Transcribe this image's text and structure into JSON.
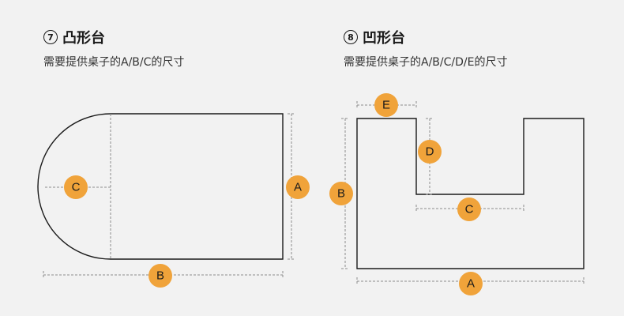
{
  "left": {
    "number": "7",
    "title": "凸形台",
    "subtitle": "需要提供桌子的A/B/C的尺寸",
    "labels": {
      "a": "A",
      "b": "B",
      "c": "C"
    }
  },
  "right": {
    "number": "8",
    "title": "凹形台",
    "subtitle": "需要提供桌子的A/B/C/D/E的尺寸",
    "labels": {
      "a": "A",
      "b": "B",
      "c": "C",
      "d": "D",
      "e": "E"
    }
  },
  "colors": {
    "background": "#f2f2f2",
    "badge": "#f0a33a",
    "outline": "#1a1a1a",
    "dimension": "#8c8c8c"
  }
}
